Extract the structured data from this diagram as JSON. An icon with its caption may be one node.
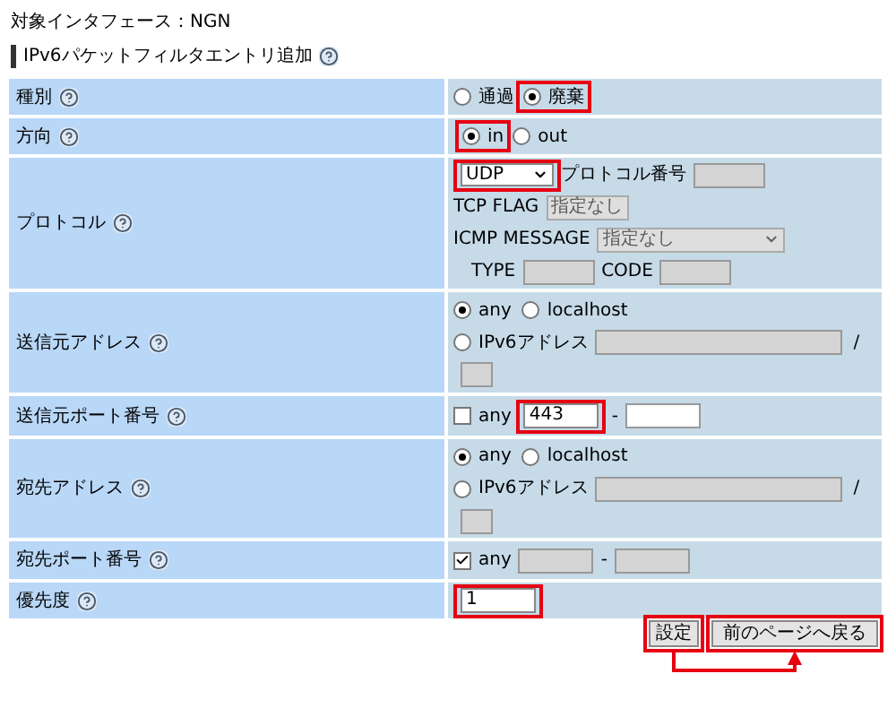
{
  "diagram": {
    "nodes": [
      {
        "text": [
          "廃棄"
        ]
      },
      {
        "text": [
          "in"
        ]
      },
      {
        "text": [
          "UDP"
        ]
      },
      {
        "text": [
          "443"
        ]
      },
      {
        "text": [
          "1"
        ]
      },
      {
        "text": [
          "設定"
        ]
      },
      {
        "text": [
          "前のページへ戻る"
        ]
      }
    ],
    "edges": [
      {
        "from": 5,
        "to": 6,
        "arrow": "to"
      }
    ],
    "labels": [
      "対象インタフェース：NGN",
      "IPv6パケットフィルタエントリ追加",
      "種別",
      "通過",
      "方向",
      "out",
      "プロトコル番号",
      "TCP FLAG",
      "指定なし",
      "ICMP MESSAGE",
      "指定なし",
      "TYPE",
      "CODE",
      "プロトコル",
      "送信元アドレス",
      "any",
      "localhost",
      "IPv6アドレス",
      "/",
      "送信元ポート番号",
      "any",
      "-",
      "宛先アドレス",
      "any",
      "localhost",
      "IPv6アドレス",
      "/",
      "宛先ポート番号",
      "any",
      "-",
      "優先度"
    ]
  }
}
